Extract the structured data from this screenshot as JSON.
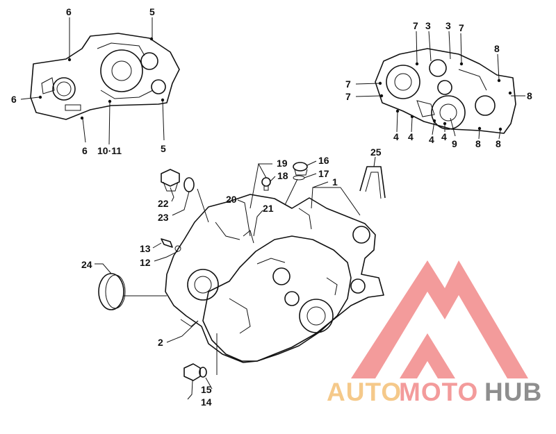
{
  "labels": {
    "l6a": "6",
    "l5a": "5",
    "l6b": "6",
    "l6c": "6",
    "l1011": "10·11",
    "l5b": "5",
    "l7a": "7",
    "l3a": "3",
    "l3b": "3",
    "l7b": "7",
    "l8a": "8",
    "l7c": "7",
    "l7d": "7",
    "l8b": "8",
    "l4a": "4",
    "l4b": "4",
    "l4c": "4",
    "l4d": "4",
    "l9": "9",
    "l8c": "8",
    "l8d": "8",
    "l19": "19",
    "l16": "16",
    "l18": "18",
    "l17": "17",
    "l1": "1",
    "l25": "25",
    "l22": "22",
    "l23": "23",
    "l20": "20",
    "l21": "21",
    "l13": "13",
    "l12": "12",
    "l24": "24",
    "l2": "2",
    "l15": "15",
    "l14": "14"
  },
  "watermark": {
    "part1": "AUTO",
    "part2": "MOTO",
    "part3": "HUB",
    "color_auto": "#f5c98a",
    "color_moto": "#f39b9b",
    "color_hub": "#8e8e8e",
    "logo_color": "#f28a8a"
  }
}
